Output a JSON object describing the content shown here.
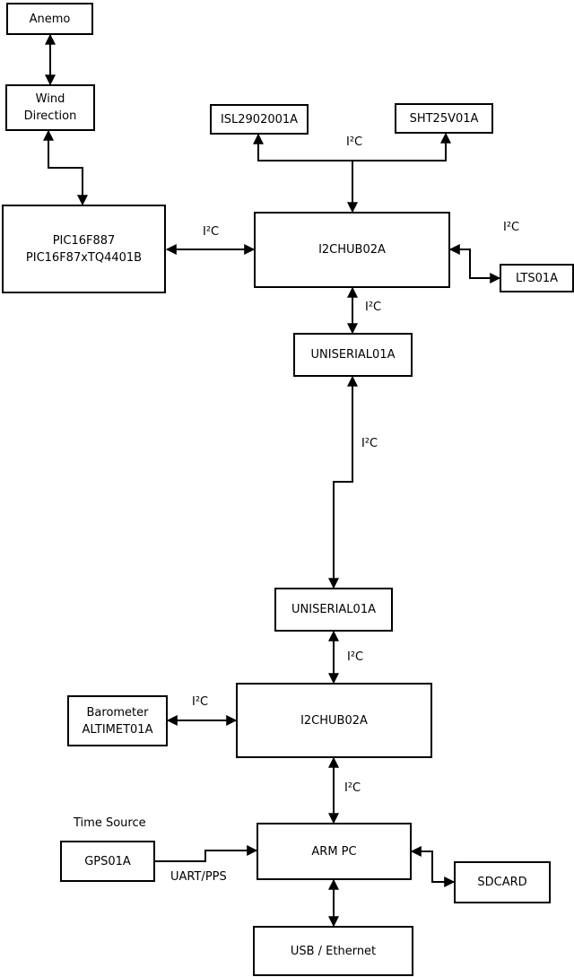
{
  "diagram": {
    "colors": {
      "background": "#ffffff",
      "line": "#000000",
      "text": "#000000"
    },
    "nodes": {
      "anemo": {
        "label": "Anemo"
      },
      "wind_direction": {
        "lines": [
          "Wind",
          "Direction"
        ]
      },
      "pic_controller": {
        "lines": [
          "PIC16F887",
          "PIC16F87xTQ4401B"
        ]
      },
      "isl_sensor": {
        "label": "ISL2902001A"
      },
      "sht_sensor": {
        "label": "SHT25V01A"
      },
      "i2c_hub_top": {
        "label": "I2CHUB02A"
      },
      "lts_sensor": {
        "label": "LTS01A"
      },
      "uniserial_top": {
        "label": "UNISERIAL01A"
      },
      "uniserial_bottom": {
        "label": "UNISERIAL01A"
      },
      "i2c_hub_bottom": {
        "label": "I2CHUB02A"
      },
      "barometer": {
        "lines": [
          "Barometer",
          "ALTIMET01A"
        ]
      },
      "arm_pc": {
        "label": "ARM PC"
      },
      "gps": {
        "label": "GPS01A"
      },
      "sdcard": {
        "label": "SDCARD"
      },
      "usb_ethernet": {
        "label": "USB / Ethernet"
      }
    },
    "edge_labels": {
      "sensor_bus_i2c": "I²C",
      "pic_hub_i2c": "I²C",
      "hub_lts_i2c": "I²C",
      "hub_uniserial_i2c": "I²C",
      "uniserial_link_i2c": "I²C",
      "uniserial_hub2_i2c": "I²C",
      "barometer_hub2_i2c": "I²C",
      "hub2_armpc_i2c": "I²C",
      "time_source": "Time Source",
      "uart_pps": "UART/PPS"
    }
  }
}
